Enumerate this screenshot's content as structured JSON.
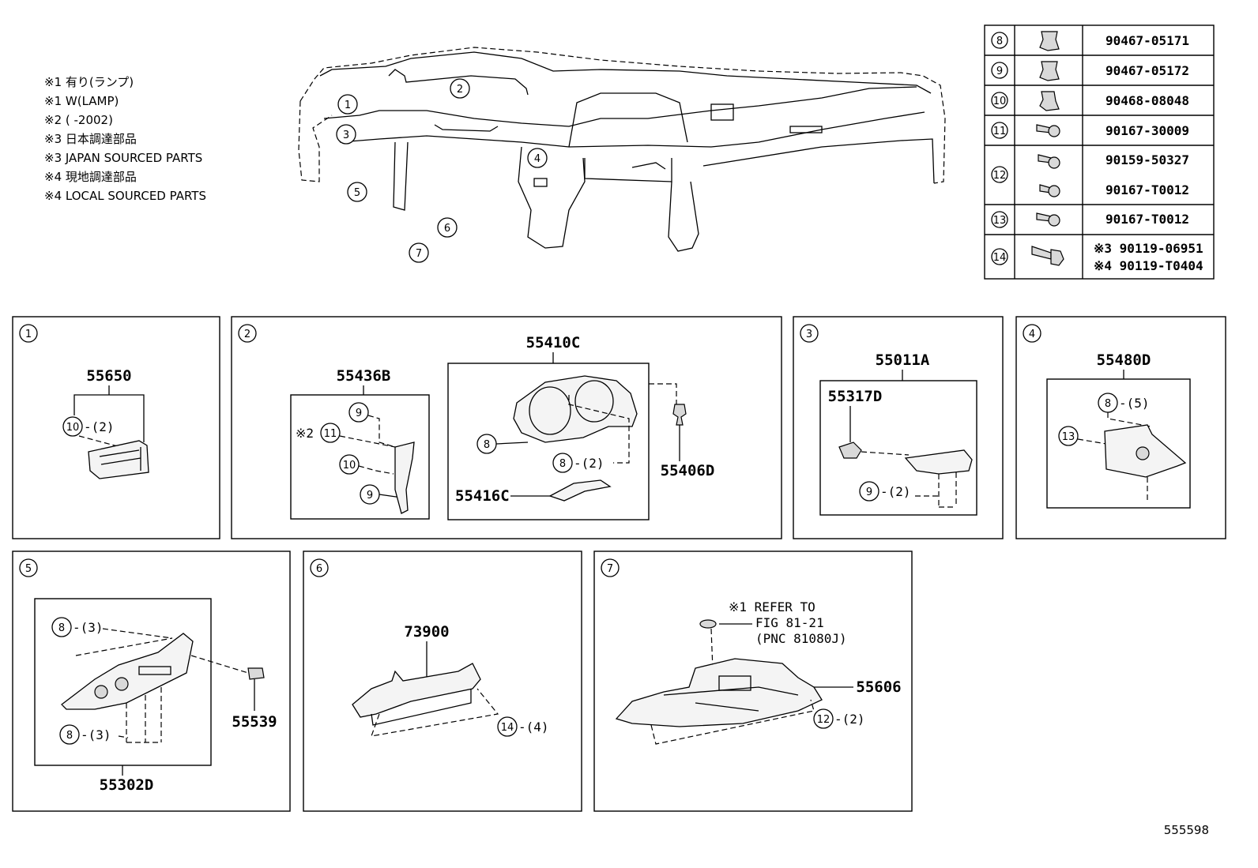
{
  "notes": [
    "※1 有り(ランプ)",
    "※1 W(LAMP)",
    "※2 (      -2002)",
    "※3 日本調達部品",
    "※3 JAPAN SOURCED PARTS",
    "※4 現地調達部品",
    "※4 LOCAL SOURCED PARTS"
  ],
  "overview_callouts": [
    "1",
    "2",
    "3",
    "4",
    "5",
    "6",
    "7"
  ],
  "fastener_table": [
    {
      "ref": "8",
      "parts": [
        "90467-05171"
      ]
    },
    {
      "ref": "9",
      "parts": [
        "90467-05172"
      ]
    },
    {
      "ref": "10",
      "parts": [
        "90468-08048"
      ]
    },
    {
      "ref": "11",
      "parts": [
        "90167-30009"
      ]
    },
    {
      "ref": "12",
      "parts": [
        "90159-50327",
        "90167-T0012"
      ]
    },
    {
      "ref": "13",
      "parts": [
        "90167-T0012"
      ]
    },
    {
      "ref": "14",
      "parts": [
        "※3 90119-06951",
        "※4 90119-T0404"
      ]
    }
  ],
  "panels": {
    "p1": {
      "num": "1",
      "part": "55650",
      "callout": "10",
      "qty": "-(2)"
    },
    "p2": {
      "num": "2",
      "left_part": "55436B",
      "note": "※2",
      "c9a": "9",
      "c11": "11",
      "c10": "10",
      "c9b": "9",
      "main_part": "55410C",
      "c8": "8",
      "c8b": "8",
      "qty8b": "-(2)",
      "sub_part": "55416C",
      "clip_part": "55406D"
    },
    "p3": {
      "num": "3",
      "part": "55011A",
      "sub_part": "55317D",
      "callout": "9",
      "qty": "-(2)"
    },
    "p4": {
      "num": "4",
      "part": "55480D",
      "c8": "8",
      "qty8": "-(5)",
      "c13": "13"
    },
    "p5": {
      "num": "5",
      "part": "55302D",
      "clip_part": "55539",
      "c8a": "8",
      "qty8a": "-(3)",
      "c8b": "8",
      "qty8b": "-(3)"
    },
    "p6": {
      "num": "6",
      "part": "73900",
      "callout": "14",
      "qty": "-(4)"
    },
    "p7": {
      "num": "7",
      "ref_lines": [
        "※1 REFER TO",
        "FIG 81-21",
        "(PNC 81080J)"
      ],
      "part": "55606",
      "callout": "12",
      "qty": "-(2)"
    }
  },
  "figure_id": "555598"
}
